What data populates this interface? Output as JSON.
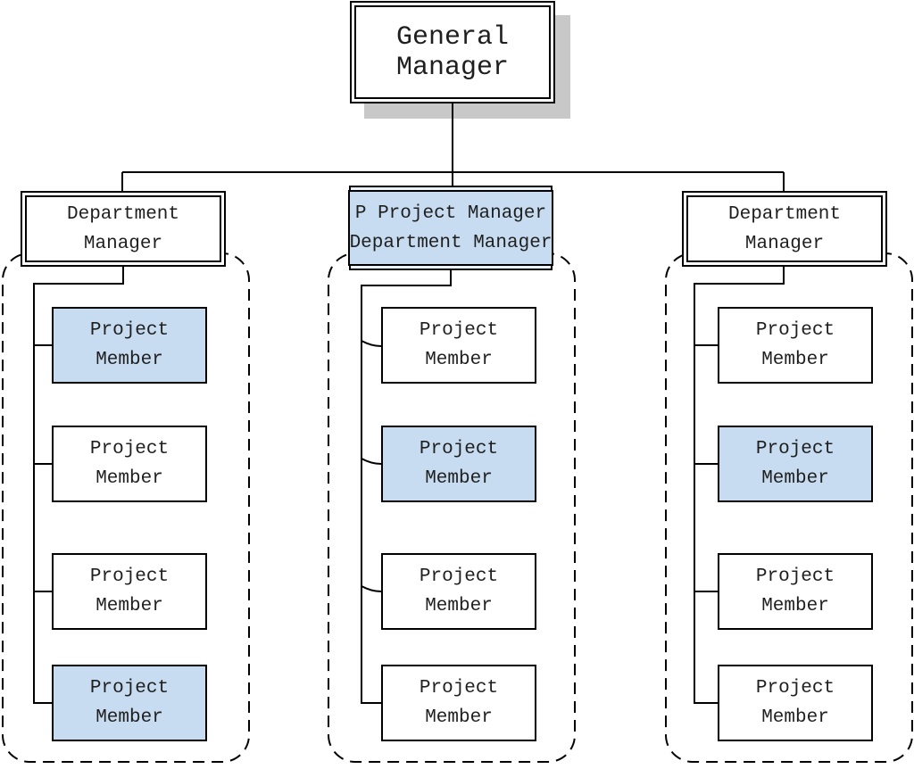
{
  "diagram": {
    "type": "organization-chart",
    "root": {
      "line1": "General",
      "line2": "Manager",
      "highlighted": false
    },
    "branches": [
      {
        "head": {
          "line1": "Department",
          "line2": "Manager",
          "highlighted": false
        },
        "members": [
          {
            "line1": "Project",
            "line2": "Member",
            "highlighted": true
          },
          {
            "line1": "Project",
            "line2": "Member",
            "highlighted": false
          },
          {
            "line1": "Project",
            "line2": "Member",
            "highlighted": false
          },
          {
            "line1": "Project",
            "line2": "Member",
            "highlighted": true
          }
        ]
      },
      {
        "head": {
          "line1": "P Project Manager",
          "line2": "Department Manager",
          "highlighted": true
        },
        "members": [
          {
            "line1": "Project",
            "line2": "Member",
            "highlighted": false
          },
          {
            "line1": "Project",
            "line2": "Member",
            "highlighted": true
          },
          {
            "line1": "Project",
            "line2": "Member",
            "highlighted": false
          },
          {
            "line1": "Project",
            "line2": "Member",
            "highlighted": false
          }
        ]
      },
      {
        "head": {
          "line1": "Department",
          "line2": "Manager",
          "highlighted": false
        },
        "members": [
          {
            "line1": "Project",
            "line2": "Member",
            "highlighted": false
          },
          {
            "line1": "Project",
            "line2": "Member",
            "highlighted": true
          },
          {
            "line1": "Project",
            "line2": "Member",
            "highlighted": false
          },
          {
            "line1": "Project",
            "line2": "Member",
            "highlighted": false
          }
        ]
      }
    ]
  },
  "colors": {
    "line_color": "#000000",
    "text_color": "#1f1f1f",
    "box_fill": "#ffffff",
    "highlight_fill": "#c7dcf0",
    "shadow_color": "#c8c8c8",
    "background": "#ffffff"
  }
}
